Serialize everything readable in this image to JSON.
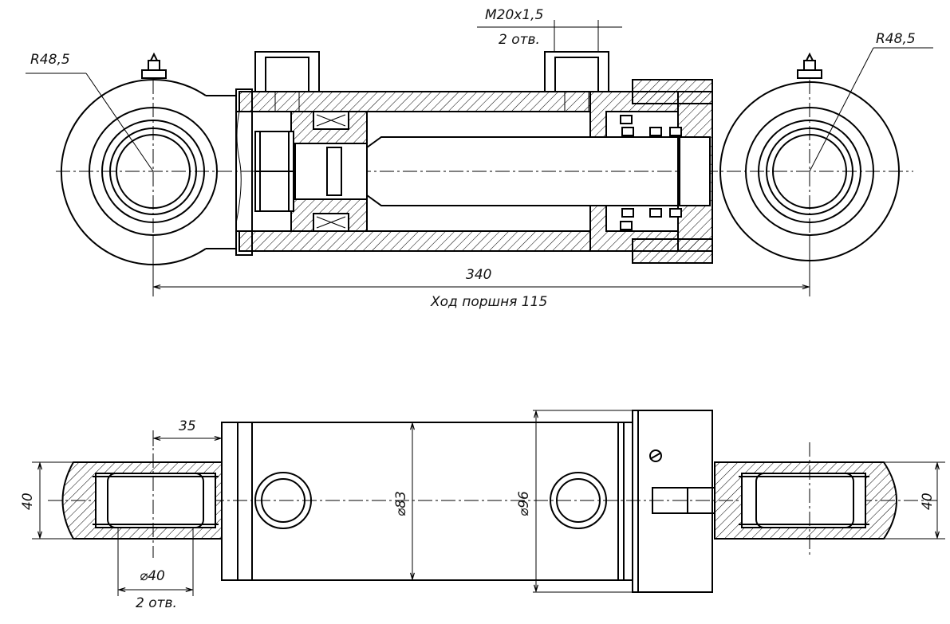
{
  "labels": {
    "thread": "M20x1,5",
    "thread_qty": "2 отв.",
    "radius_left": "R48,5",
    "radius_right": "R48,5",
    "length": "340",
    "stroke": "Ход поршня 115",
    "offset": "35",
    "width_left": "40",
    "width_right": "40",
    "inner_diameter": "⌀83",
    "outer_diameter": "⌀96",
    "pin_diameter": "⌀40",
    "pin_qty": "2 отв."
  }
}
